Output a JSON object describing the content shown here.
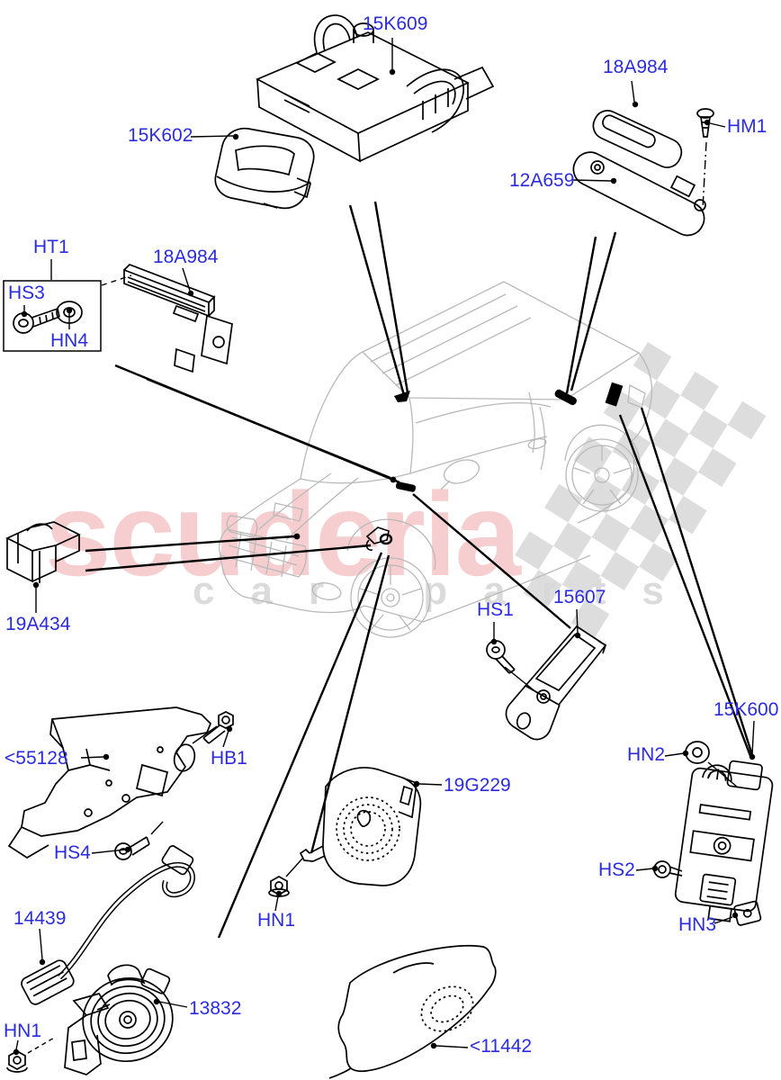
{
  "watermark": {
    "brand": "scuderia",
    "sub": "car parts",
    "brand_color": "rgba(226,94,99,0.30)",
    "sub_color": "rgba(190,190,190,0.55)",
    "checker_color": "#d8d8d8"
  },
  "diagram": {
    "label_color": "#2b2be0",
    "line_color": "#000000",
    "vehicle_sketch_color": "#b9b9b9",
    "vehicle": "Range Rover Evoque 3-door outline",
    "labels": {
      "p15K609": "15K609",
      "p15K602": "15K602",
      "p18A984_top": "18A984",
      "pHM1": "HM1",
      "p12A659": "12A659",
      "pHT1": "HT1",
      "pHS3": "HS3",
      "pHN4": "HN4",
      "p18A984_left": "18A984",
      "p19A434": "19A434",
      "pHS1": "HS1",
      "p15607": "15607",
      "p15K600": "15K600",
      "pHN2": "HN2",
      "pHS2": "HS2",
      "pHN3": "HN3",
      "p55128": "<55128",
      "pHB1": "HB1",
      "pHS4": "HS4",
      "p14439": "14439",
      "pHN1_left": "HN1",
      "p13832": "13832",
      "p19G229": "19G229",
      "pHN1_mid": "HN1",
      "p11442": "<11442"
    }
  }
}
